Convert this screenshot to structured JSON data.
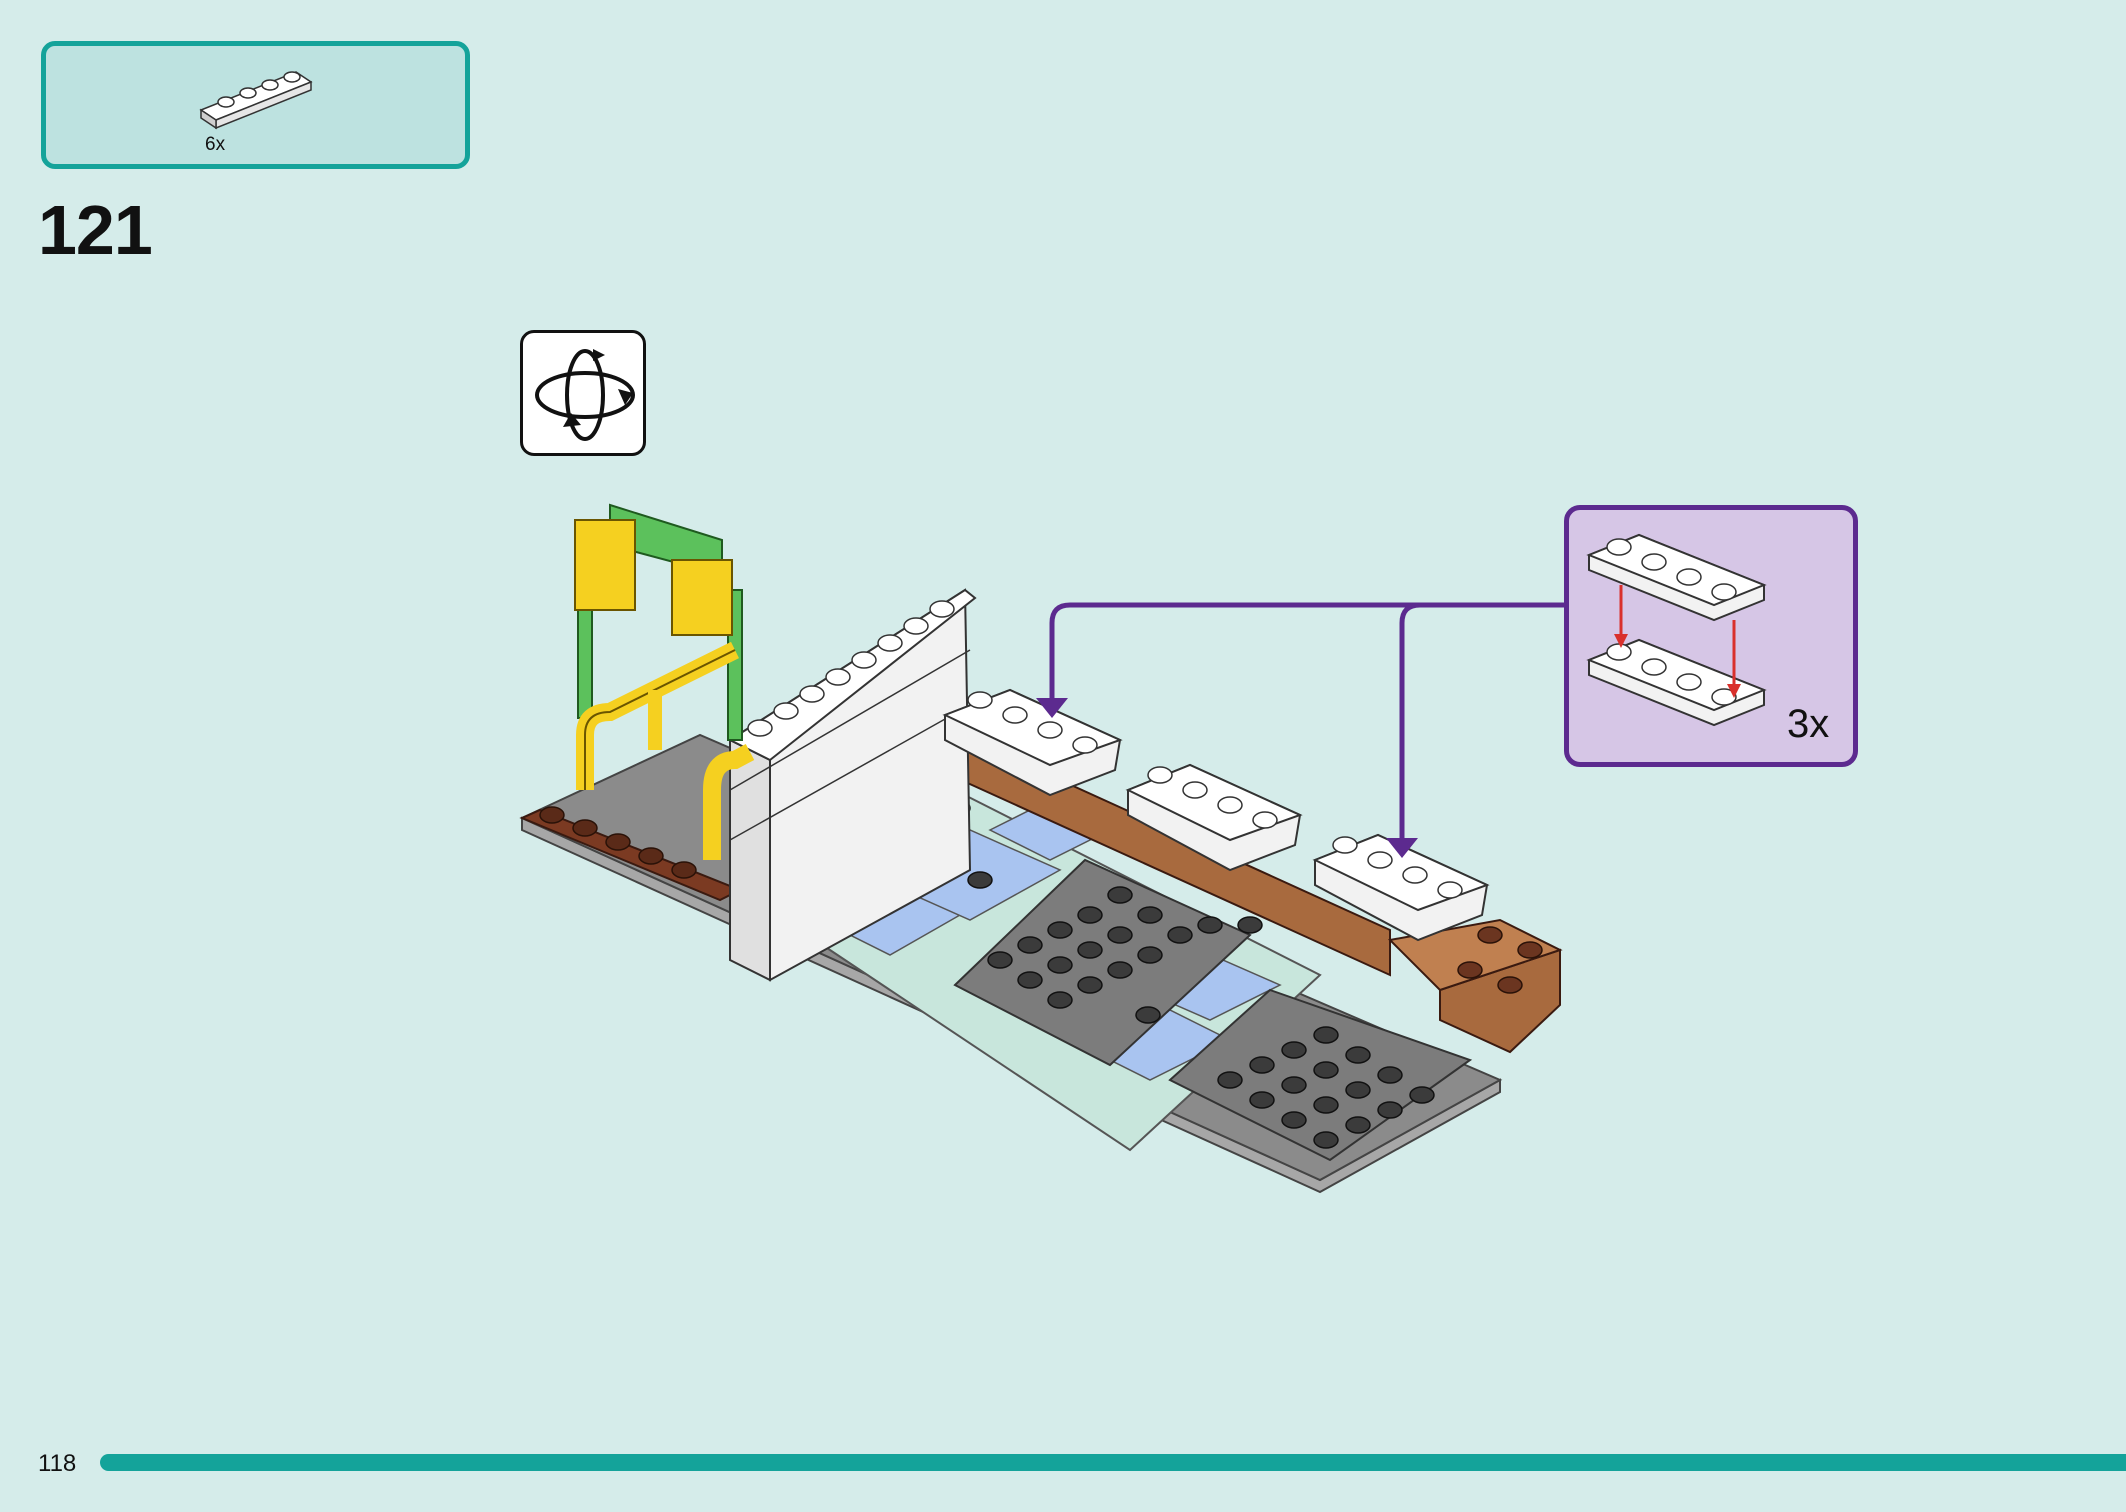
{
  "parts_list": {
    "items": [
      {
        "icon": "white-1x4-plate-icon",
        "count": "6x"
      }
    ]
  },
  "step": {
    "number": "121"
  },
  "rotate_hint": {
    "icon": "rotate-model-icon"
  },
  "callout": {
    "count": "3x",
    "icon": "stack-plates-icon"
  },
  "footer": {
    "page_number": "118"
  },
  "colors": {
    "background": "#d5ecea",
    "parts_box_fill": "#bde2e0",
    "accent_teal": "#14a39a",
    "callout_fill": "#d6c6e6",
    "callout_border": "#5c2a8f",
    "pointer_arrow": "#5c2a8f",
    "drop_arrow": "#d9302c"
  }
}
